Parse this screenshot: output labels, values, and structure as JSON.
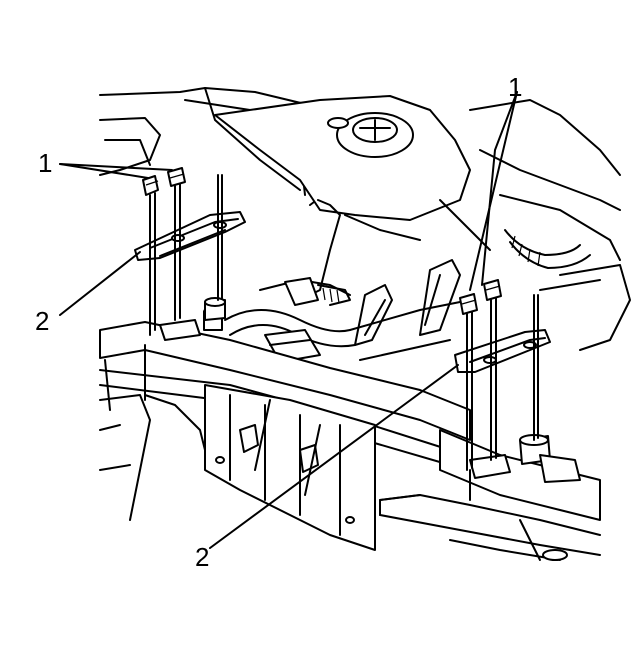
{
  "callouts": {
    "top_left": "1",
    "top_right": "1",
    "mid_left": "2",
    "bottom": "2"
  }
}
